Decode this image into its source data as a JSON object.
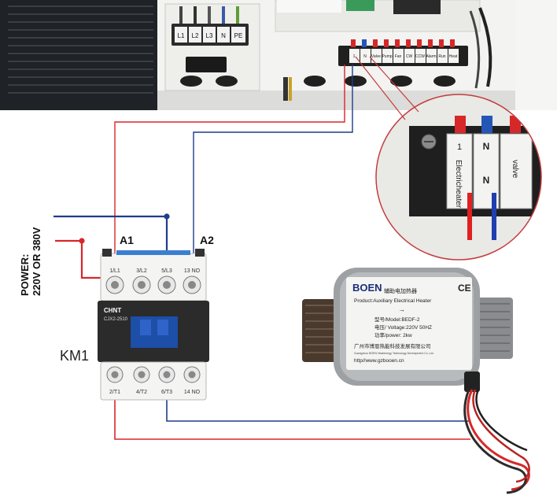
{
  "panel": {
    "terminal_labels": [
      "L1",
      "L2",
      "L3",
      "N",
      "PE"
    ],
    "strip_labels": [
      "1",
      "N",
      "Valve",
      "Pump",
      "Fan",
      "CW",
      "CCW",
      "Alarm",
      "Run",
      "Heat"
    ]
  },
  "magnifier": {
    "labels": [
      "1",
      "N",
      "Electricheater",
      "N",
      "valve"
    ]
  },
  "diagram": {
    "power_label": "POWER:\n220V OR 380V",
    "a1_label": "A1",
    "a2_label": "A2",
    "km1_label": "KM1"
  },
  "contactor": {
    "brand": "CHNT",
    "model": "CJX2-2510",
    "top_terminals": [
      "1/L1",
      "3/L2",
      "5/L3",
      "13 NO"
    ],
    "bottom_terminals": [
      "2/T1",
      "4/T2",
      "6/T3",
      "14 NO"
    ]
  },
  "heater": {
    "logo": "BOEN",
    "ce_mark": "CE",
    "title_cn": "辅助电加热器",
    "product": "Product:Auxiliary Electrical Heater",
    "model": "型号/Model:BEDF-2",
    "voltage": "电压/ Voltage:220V 50HZ",
    "power": "功率/power:   2kw",
    "company_cn": "广州市博恩热能科技发展有限公司",
    "company_en": "Guangzhou BOEN Heatenergy Technology Development Co.,Ltd.",
    "website": "http//www.gzbooen.cn"
  },
  "colors": {
    "live_wire": "#d9262b",
    "neutral_wire": "#1f3c8c",
    "magnifier_ring": "#c43c3c"
  }
}
